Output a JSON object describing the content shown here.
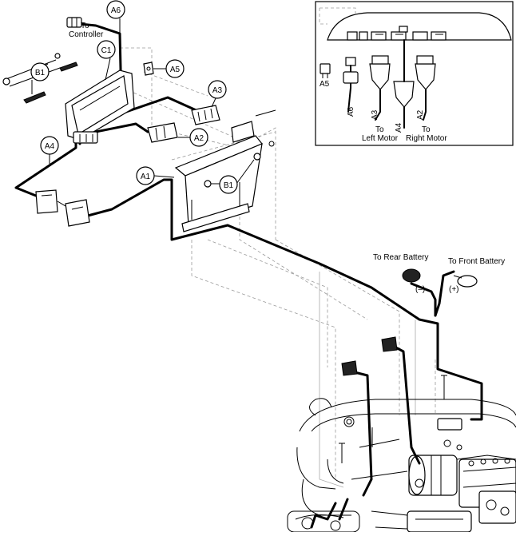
{
  "callouts": {
    "a6_top": "A6",
    "c1": "C1",
    "b1_left": "B1",
    "a5": "A5",
    "a3": "A3",
    "a4": "A4",
    "a2": "A2",
    "a1": "A1",
    "b1_right": "B1"
  },
  "labels": {
    "to_controller_line1": "To",
    "to_controller_line2": "Controller",
    "to_rear_battery": "To Rear Battery",
    "to_front_battery": "To Front Battery",
    "negative": "(–)",
    "positive": "(+)"
  },
  "inset": {
    "a5": "A5",
    "a6": "A6",
    "a3": "A3",
    "a4": "A4",
    "a2": "A2",
    "to_left_line1": "To",
    "to_left_line2": "Left Motor",
    "to_right_line1": "To",
    "to_right_line2": "Right Motor"
  }
}
